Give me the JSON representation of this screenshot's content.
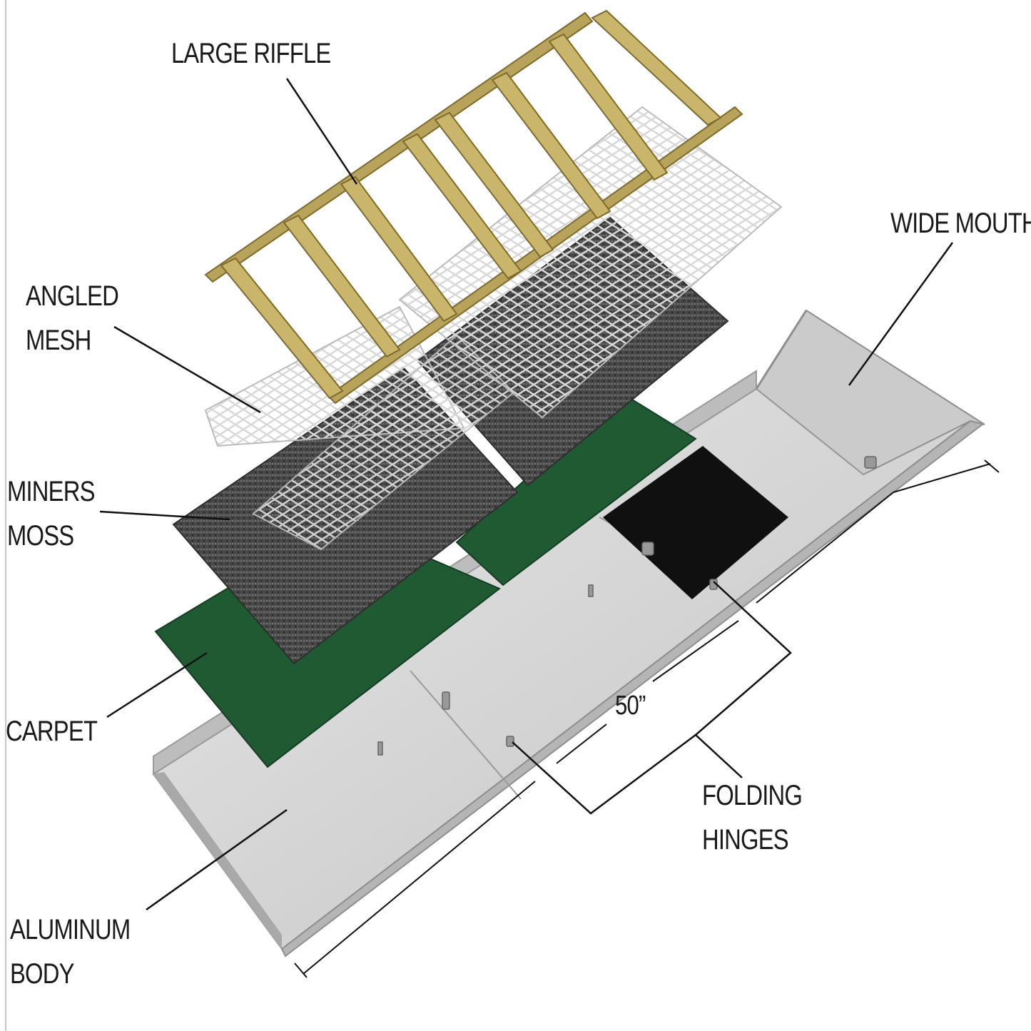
{
  "labels": {
    "large_riffle": "LARGE RIFFLE",
    "wide_mouth": "WIDE MOUTH",
    "angled_mesh": [
      "ANGLED",
      "MESH"
    ],
    "miners_moss": [
      "MINERS",
      "MOSS"
    ],
    "carpet": "CARPET",
    "folding_hinges": [
      "FOLDING",
      "HINGES"
    ],
    "aluminum_body": [
      "ALUMINUM",
      "BODY"
    ],
    "length": "50”"
  },
  "colors": {
    "aluminum": "#d4d4d4",
    "aluminum_shadow": "#a9a9a9",
    "carpet": "#1f5a33",
    "black_mat": "#101010",
    "moss": "#4a4a4a",
    "riffle_gold": "#b8a35a",
    "mesh": "#cfcfcf"
  }
}
